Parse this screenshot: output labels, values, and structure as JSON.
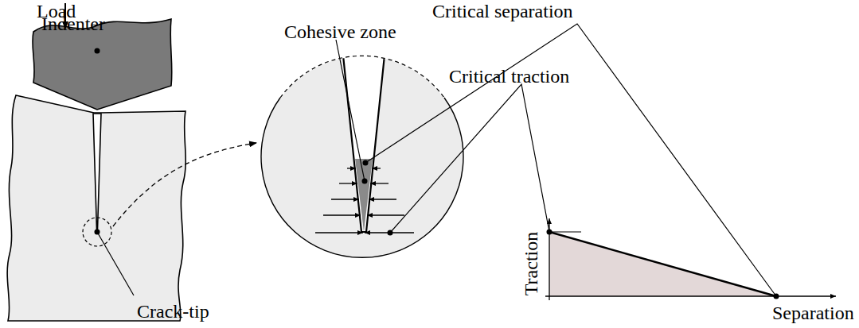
{
  "diagram": {
    "labels": [
      "Load",
      "Indenter",
      "Critical separation",
      "Cohesive zone",
      "Critical traction",
      "Traction",
      "Separation",
      "Crack-tip"
    ]
  }
}
